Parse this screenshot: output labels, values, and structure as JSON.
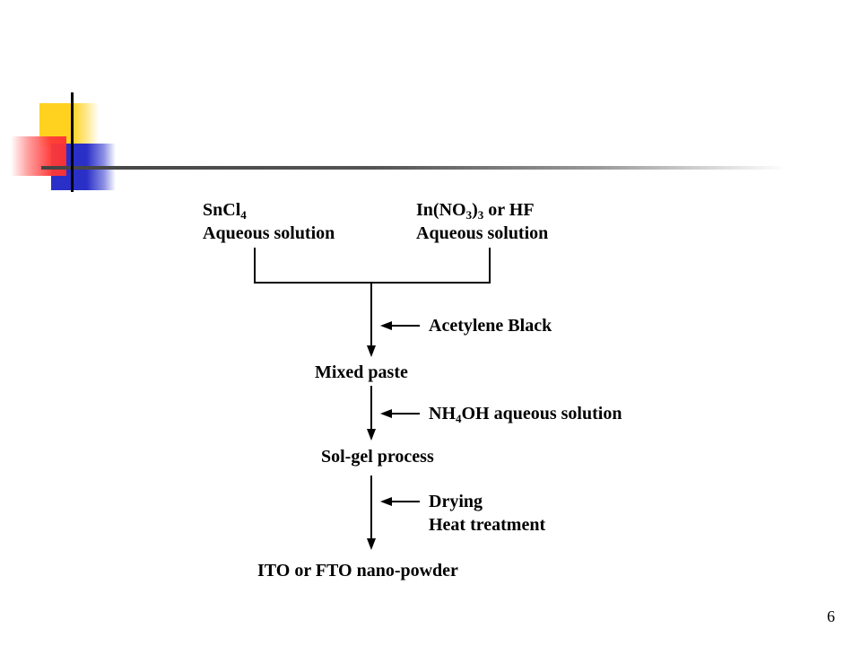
{
  "diagram": {
    "source_left": {
      "formula_base": "SnCl",
      "formula_sub": "4",
      "label": "Aqueous solution"
    },
    "source_right": {
      "formula_part1": "In(NO",
      "formula_sub1": "3",
      "formula_part2": ")",
      "formula_sub2": "3",
      "formula_part3": " or HF",
      "label": "Aqueous solution"
    },
    "additive_1": "Acetylene Black",
    "step_1": "Mixed paste",
    "additive_2": {
      "part1": "NH",
      "sub": "4",
      "part2": "OH aqueous solution"
    },
    "step_2": "Sol-gel process",
    "additive_3": {
      "line1": "Drying",
      "line2": "Heat treatment"
    },
    "product": "ITO or FTO nano-powder"
  },
  "page_number": "6",
  "colors": {
    "deco_yellow": "#FFD21F",
    "deco_blue": "#2A2FC8",
    "deco_red": "#FF3030",
    "line": "#000000"
  }
}
